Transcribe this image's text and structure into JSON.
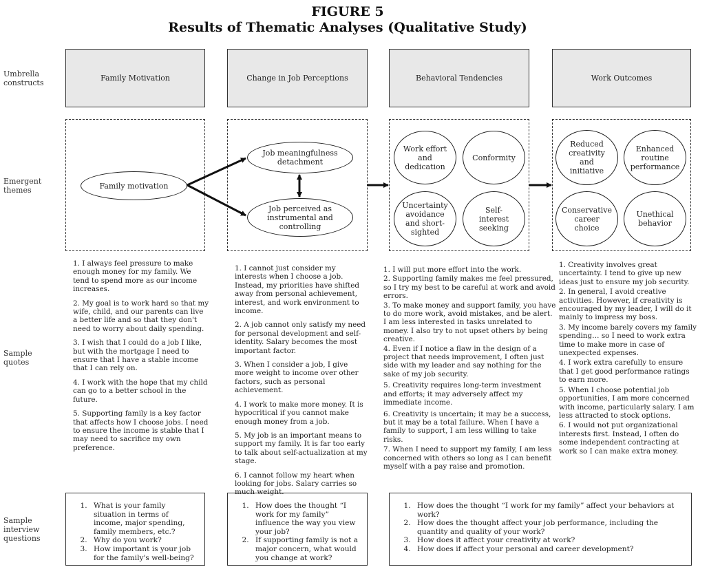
{
  "figure": {
    "label": "FIGURE 5",
    "title": "Results of Thematic Analyses (Qualitative Study)"
  },
  "row_labels": {
    "umbrella": "Umbrella constructs",
    "emergent": "Emergent themes",
    "quotes": "Sample quotes",
    "questions": "Sample interview questions"
  },
  "umbrella": {
    "family": "Family Motivation",
    "perceptions": "Change in Job Perceptions",
    "behavioral": "Behavioral Tendencies",
    "outcomes": "Work Outcomes"
  },
  "themes": {
    "family_motivation": "Family motivation",
    "job_meaningfulness": "Job meaningfulness detachment",
    "job_instrumental": "Job perceived as instrumental and controlling",
    "work_effort": "Work effort and dedication",
    "conformity": "Conformity",
    "uncertainty": "Uncertainty avoidance and short-sighted",
    "self_interest": "Self-interest seeking",
    "reduced_creativity": "Reduced creativity and initiative",
    "enhanced_routine": "Enhanced routine performance",
    "conservative_career": "Conservative career choice",
    "unethical": "Unethical behavior"
  },
  "quotes": {
    "family": [
      "1. I always feel pressure to make enough money for my family. We tend to spend more as our income increases.",
      "2. My goal is to work hard so that my wife, child, and our parents can live a better life and so that they don't need to worry about daily spending.",
      "3. I wish that I could do a job I like, but with the mortgage I need to ensure that I have a stable income that I can rely on.",
      "4. I work with the hope that my child can go to a better school in the future.",
      "5. Supporting family is a key factor that affects how I choose jobs. I need to ensure the income is stable that I may need to sacrifice my own preference."
    ],
    "perceptions": [
      "1. I cannot just consider my interests when I choose a job. Instead, my priorities have shifted away from personal achievement, interest, and work environment to income.",
      "2. A job cannot only satisfy my need for personal development and self-identity. Salary becomes the most important factor.",
      "3. When I consider a job, I give more weight to income over other factors, such as personal achievement.",
      "4. I work to make more money. It is hypocritical if you cannot make enough money from a job.",
      "5. My job is an important means to support my family. It is far too early to talk about self-actualization at my stage.",
      "6. I cannot follow my heart when looking for jobs. Salary carries so much weight."
    ],
    "behavioral": [
      "1. I will put more effort into the work.",
      "2. Supporting family makes me feel pressured, so I try my best to be careful at work and avoid errors.",
      "3. To make money and support family, you have to do more work, avoid mistakes, and be alert. I am less interested in tasks unrelated to money. I also try to not upset others by being creative.",
      "4. Even if I notice a flaw in the design of a project that needs improvement, I often just side with my leader and say nothing for the sake of my job security.",
      "5. Creativity requires long-term investment and efforts; it may adversely affect my immediate income.",
      "6. Creativity is uncertain; it may be a success, but it may be a total failure. When I have a family to support, I am less willing to take risks.",
      "7. When I need to support my family, I am less concerned with others so long as I can benefit myself with a pay raise and promotion."
    ],
    "outcomes": [
      "1. Creativity involves great uncertainty. I tend to give up new ideas just to ensure my job security.",
      "2. In general, I avoid creative activities. However, if creativity is encouraged by my leader, I will do it mainly to impress my boss.",
      "3. My income barely covers my family spending… so I need to work extra time to make more in case of unexpected expenses.",
      "4. I work extra carefully to ensure that I get good performance ratings to earn more.",
      "5. When I choose potential job opportunities, I am more concerned with income, particularly salary. I am less attracted to stock options.",
      "6. I would not put organizational interests first. Instead, I often do some independent contracting at work so I can make extra money."
    ]
  },
  "questions": {
    "family": [
      "What is your family situation in terms of income, major spending, family members, etc.?",
      "Why do you work?",
      "How important is your job for the family's well-being?"
    ],
    "perceptions": [
      "How does the thought “I work for my family” influence the way you view your job?",
      "If supporting family is not a major concern, what would you change at work?"
    ],
    "outcomes": [
      "How does the thought “I work for my family” affect your behaviors at work?",
      "How does the thought affect your job performance, including the quantity and quality of your work?",
      "How does it affect your creativity at work?",
      "How does if affect your personal and career development?"
    ]
  }
}
